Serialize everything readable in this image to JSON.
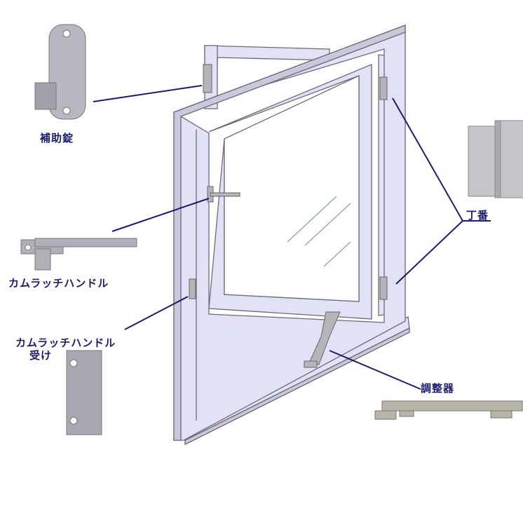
{
  "labels": {
    "auxiliary_lock": "補助錠",
    "cam_latch_handle": "カムラッチハンドル",
    "cam_latch_receiver_line1": "カムラッチハンドル",
    "cam_latch_receiver_line2": "受け",
    "hinge": "丁番",
    "adjuster": "調整器"
  },
  "colors": {
    "label": "#1c1c6e",
    "frame": "#e2e2f6",
    "outline": "#6a6a78",
    "metal": "#a8a8ae"
  }
}
